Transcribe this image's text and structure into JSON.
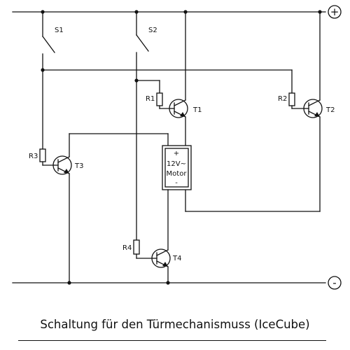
{
  "terminals": {
    "positive": "+",
    "negative": "-"
  },
  "switches": {
    "s1": "S1",
    "s2": "S2"
  },
  "resistors": {
    "r1": "R1",
    "r2": "R2",
    "r3": "R3",
    "r4": "R4"
  },
  "transistors": {
    "t1": "T1",
    "t2": "T2",
    "t3": "T3",
    "t4": "T4"
  },
  "motor": {
    "plus": "+",
    "voltage": "12V~",
    "name": "Motor",
    "minus": "-"
  },
  "caption": "Schaltung für den Türmechanismuss (IceCube)"
}
